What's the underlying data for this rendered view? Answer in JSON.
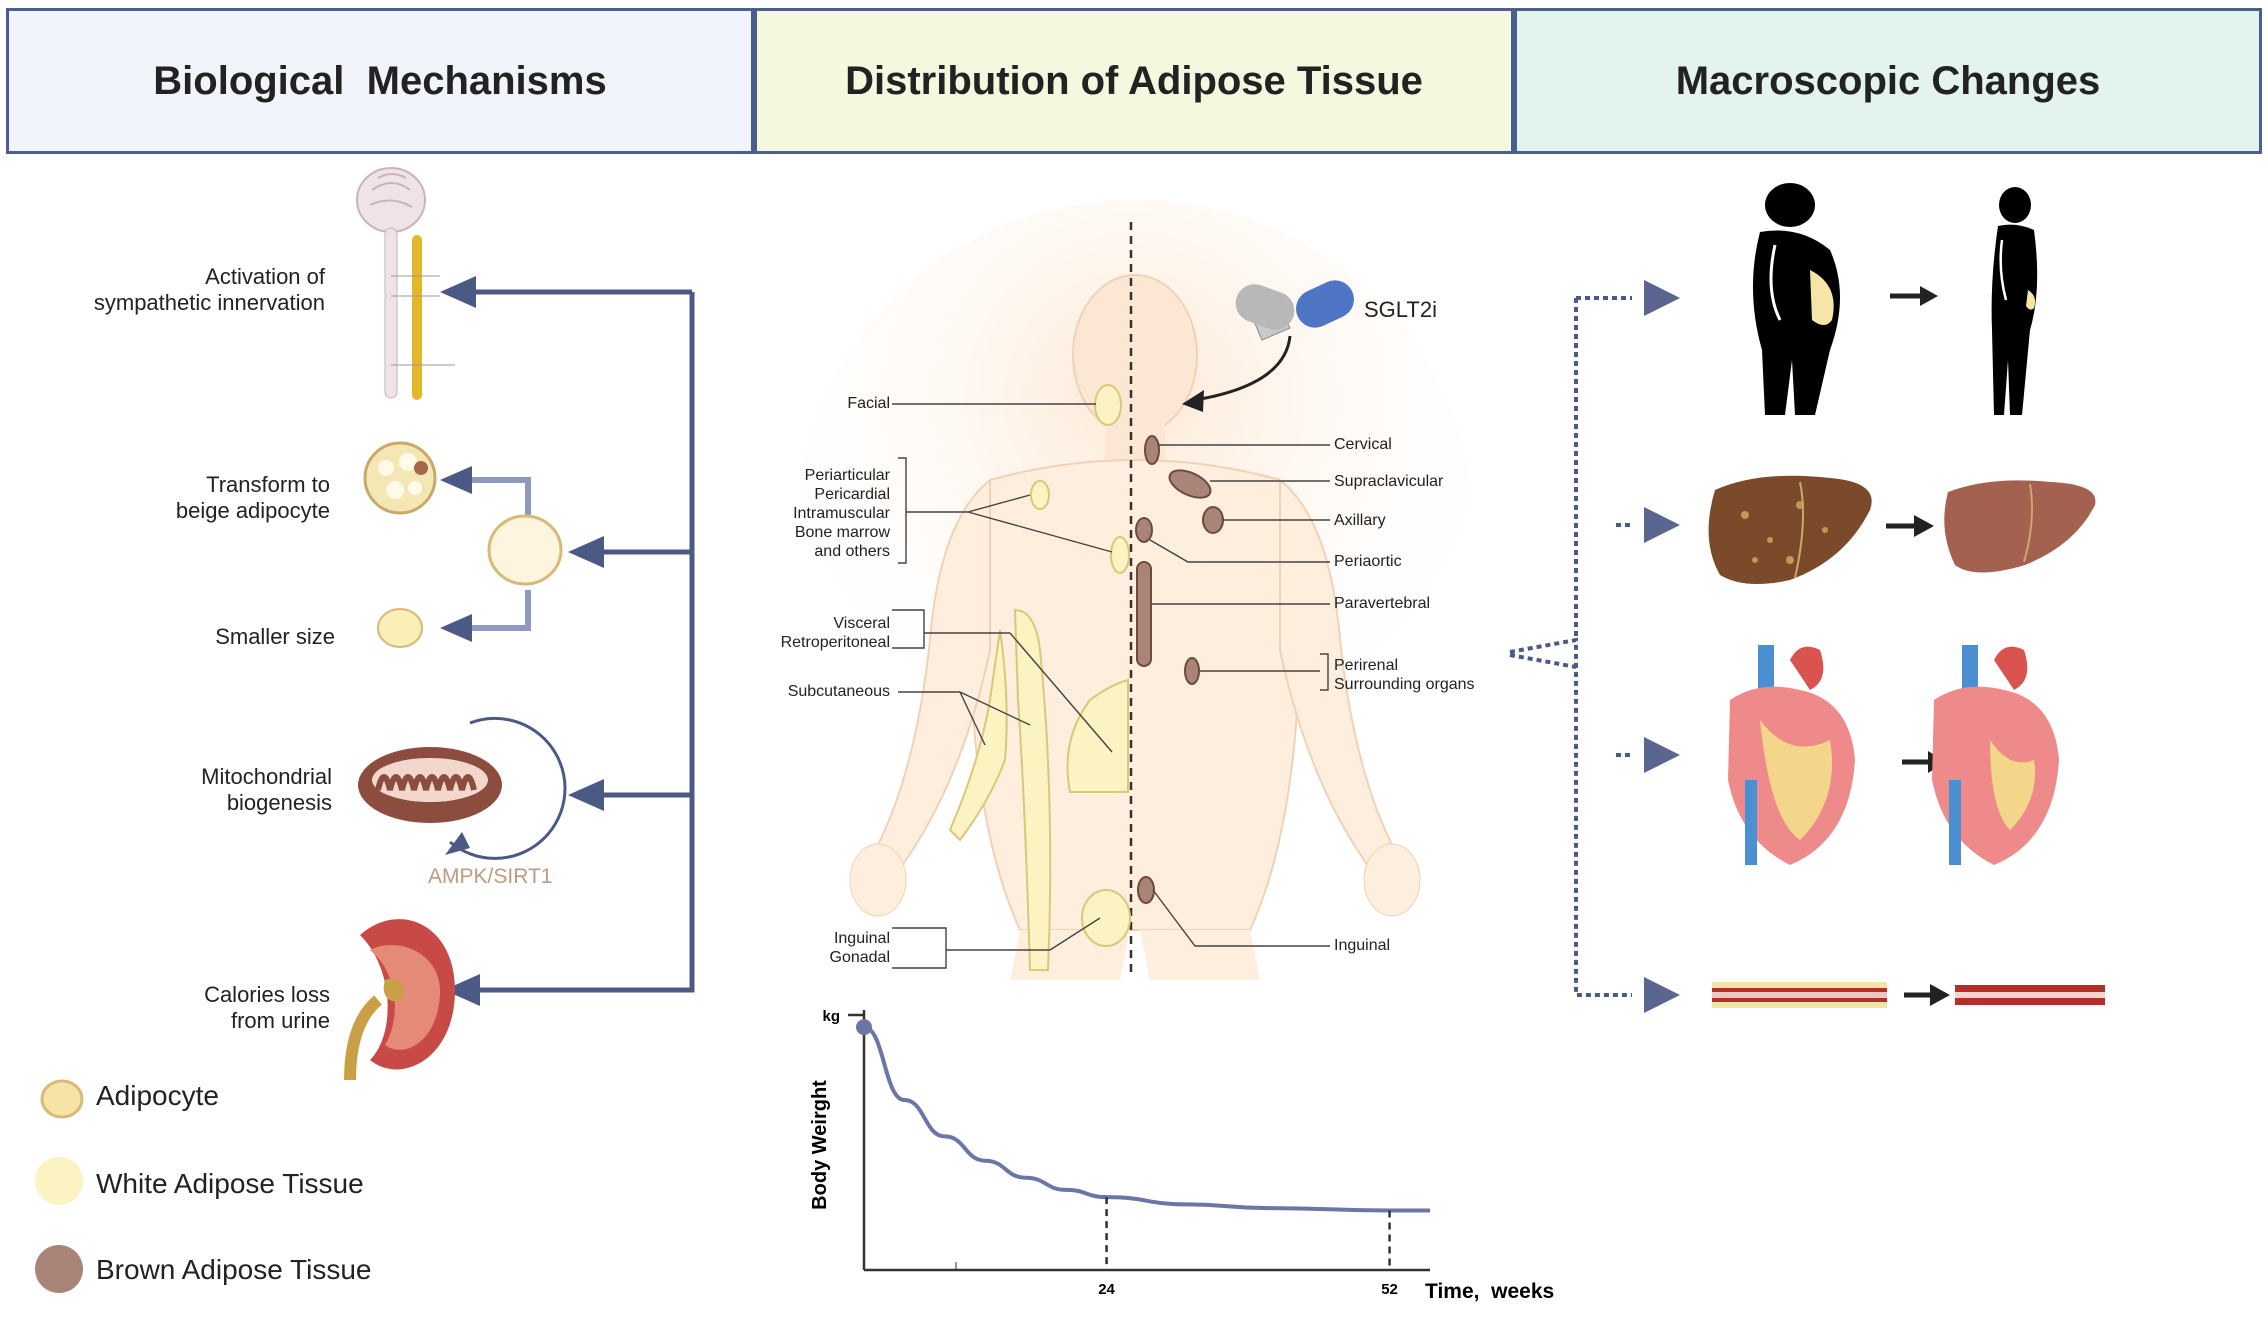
{
  "headers": {
    "biological": "Biological  Mechanisms",
    "distribution": "Distribution of Adipose Tissue",
    "macroscopic": "Macroscopic Changes"
  },
  "mechanisms": {
    "sympathetic": "Activation  of\nsympathetic innervation",
    "beige": "Transform to\nbeige adipocyte",
    "smaller": "Smaller size",
    "mito": "Mitochondrial\nbiogenesis",
    "ampk": "AMPK/SIRT1",
    "calories": "Calories loss\nfrom urine"
  },
  "legend": {
    "adipocyte": "Adipocyte",
    "white": "White Adipose Tissue",
    "brown": "Brown Adipose Tissue"
  },
  "drug": "SGLT2i",
  "depots_left": {
    "facial": "Facial",
    "group1": "Periarticular\nPericardial\nIntramuscular\nBone marrow\nand others",
    "visceral": "Visceral\nRetroperitoneal",
    "subcutaneous": "Subcutaneous",
    "inguinal": "Inguinal\nGonadal"
  },
  "depots_right": {
    "cervical": "Cervical",
    "supraclavicular": "Supraclavicular",
    "axillary": "Axillary",
    "periaortic": "Periaortic",
    "paravertebral": "Paravertebral",
    "perirenal": "Perirenal\nSurrounding organs",
    "inguinal": "Inguinal"
  },
  "colors": {
    "header_bio": "#f1f4fb",
    "header_dist": "#f3f8df",
    "header_macro": "#e3f3ee",
    "arrow": "#4b5a85",
    "white_fat": "#fbf3c2",
    "brown_fat": "#a88578",
    "adipocyte": "#f6e3a6"
  },
  "chart_data": {
    "type": "line",
    "ylabel": "Body Weirght",
    "y_unit": "kg",
    "xlabel": "Time,  weeks",
    "x_ticks": [
      "24",
      "52"
    ],
    "markers_at": [
      24,
      52
    ],
    "xlim": [
      0,
      56
    ],
    "series": [
      {
        "x": [
          0,
          4,
          8,
          12,
          16,
          20,
          24,
          32,
          40,
          52,
          56
        ],
        "y": [
          100,
          70,
          55,
          45,
          38,
          33,
          30,
          27,
          25.5,
          24.5,
          24.5
        ]
      }
    ]
  }
}
